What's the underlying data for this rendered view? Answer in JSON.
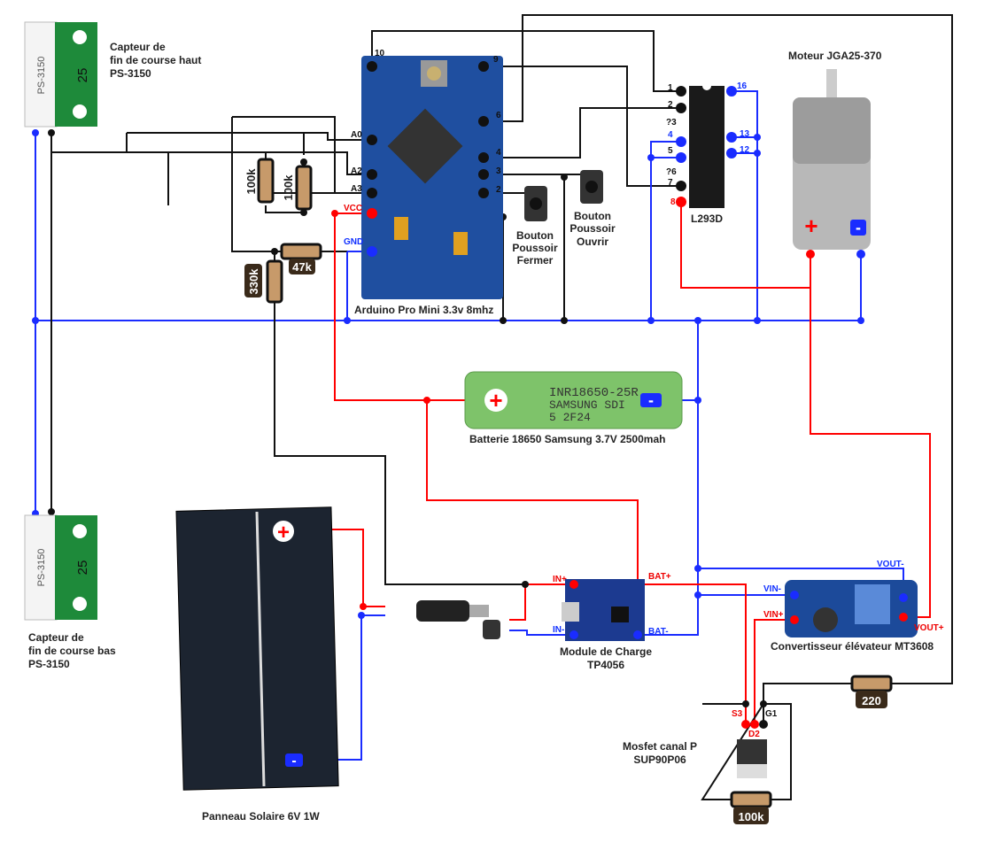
{
  "colors": {
    "wire_black": "#111111",
    "wire_red": "#ff0000",
    "wire_blue": "#1a2cff",
    "arduino": "#1f4fa0",
    "pcb_green": "#1e8a3a",
    "resistor": "#c79a6a",
    "battery": "#7ec36a"
  },
  "switch_top": {
    "label1": "Capteur de",
    "label2": "fin de course haut",
    "label3": "PS-3150",
    "body_text": "PS-3150",
    "number": "25"
  },
  "switch_bottom": {
    "label1": "Capteur de",
    "label2": "fin de course bas",
    "label3": "PS-3150",
    "body_text": "PS-3150",
    "number": "25"
  },
  "arduino": {
    "label": "Arduino Pro Mini 3.3v 8mhz",
    "pins_left": [
      "10",
      "A0",
      "A2",
      "A3",
      "VCC",
      "GND"
    ],
    "pins_right": [
      "9",
      "6",
      "4",
      "3",
      "2"
    ]
  },
  "resistors": {
    "r1": "100k",
    "r2": "100k",
    "r3": "47k",
    "r4": "330k",
    "r5": "220",
    "r6": "100k"
  },
  "buttons": {
    "close": {
      "l1": "Bouton",
      "l2": "Poussoir",
      "l3": "Fermer"
    },
    "open": {
      "l1": "Bouton",
      "l2": "Poussoir",
      "l3": "Ouvrir"
    }
  },
  "l293d": {
    "label": "L293D",
    "pins_left": [
      "1",
      "2",
      "?3",
      "4",
      "5",
      "?6",
      "7",
      "8"
    ],
    "pins_right": [
      "16",
      "13",
      "12"
    ]
  },
  "motor": {
    "label": "Moteur JGA25-370",
    "plus": "+",
    "minus": "-"
  },
  "battery": {
    "label": "Batterie 18650 Samsung 3.7V 2500mah",
    "line1": "INR18650-25R",
    "line2": "SAMSUNG  SDI",
    "line3": "5           2F24",
    "plus": "+",
    "minus": "-"
  },
  "solar": {
    "label": "Panneau Solaire 6V 1W",
    "plus": "+",
    "minus": "-"
  },
  "tp4056": {
    "label1": "Module de Charge",
    "label2": "TP4056",
    "in_plus": "IN+",
    "in_minus": "IN-",
    "bat_plus": "BAT+",
    "bat_minus": "BAT-"
  },
  "mt3608": {
    "label": "Convertisseur élévateur MT3608",
    "vin_minus": "VIN-",
    "vin_plus": "VIN+",
    "vout_minus": "VOUT-",
    "vout_plus": "VOUT+"
  },
  "mosfet": {
    "label1": "Mosfet canal P",
    "label2": "SUP90P06",
    "s": "S3",
    "d": "D2",
    "g": "G1"
  }
}
